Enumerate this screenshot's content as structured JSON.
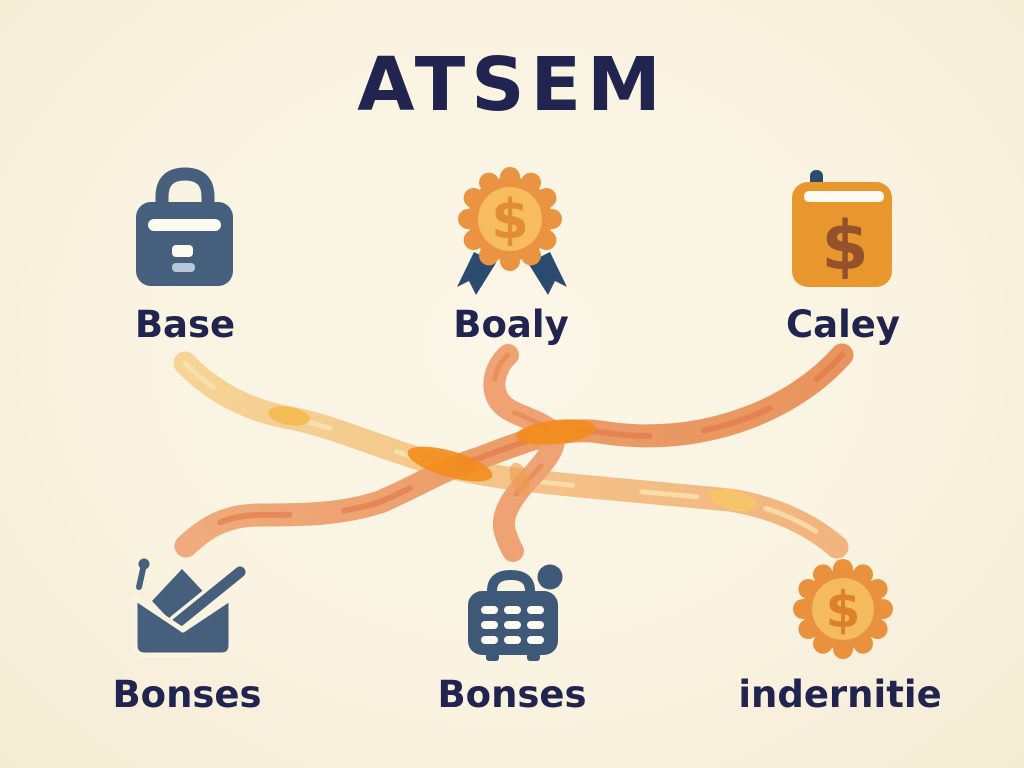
{
  "title": "ATSEM",
  "glyphs": {
    "dollar": "$"
  },
  "palette": {
    "background": "#faf3e2",
    "text_navy": "#20244f",
    "icon_slate": "#455f7d",
    "icon_slate_light": "#b6c7da",
    "icon_navy": "#2b4a70",
    "badge_orange": "#ea9340",
    "badge_orange_light": "#f6bc5f",
    "book_orange": "#e8962e",
    "book_dollar_brown": "#94512c",
    "stroke_pale_yellow": "#f6d495",
    "stroke_peach": "#f2b37e",
    "stroke_salmon": "#e9945e",
    "crossing_patch_orange": "#f28c1c"
  },
  "nodes": {
    "top": [
      {
        "label": "Base",
        "icon": "shopping-bag-icon"
      },
      {
        "label": "Boaly",
        "icon": "award-ribbon-dollar-icon"
      },
      {
        "label": "Caley",
        "icon": "ledger-dollar-icon"
      }
    ],
    "bottom": [
      {
        "label": "Bonses",
        "icon": "open-envelope-check-icon"
      },
      {
        "label": "Bonses",
        "icon": "briefcase-keypad-icon"
      },
      {
        "label": "indernitie",
        "icon": "seal-dollar-icon"
      }
    ]
  },
  "connections": [
    {
      "from": "Base",
      "to": "indernitie",
      "style": "pale-yellow-brush"
    },
    {
      "from": "Caley",
      "to": "Bonses (left)",
      "style": "salmon-brush"
    },
    {
      "from": "Boaly",
      "to": "Bonses (middle)",
      "style": "salmon-brush"
    }
  ]
}
